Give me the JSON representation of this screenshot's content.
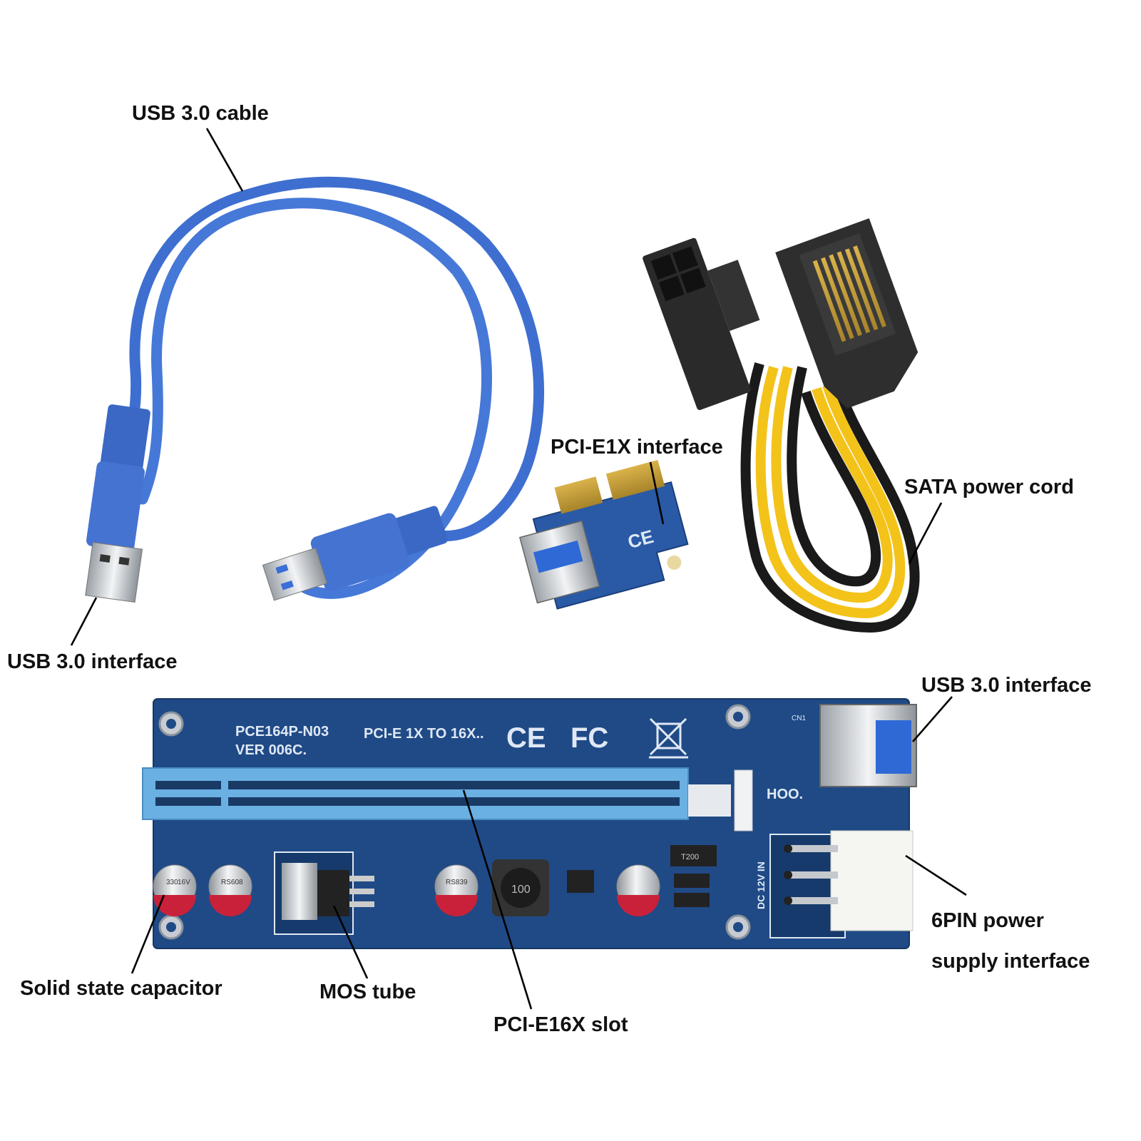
{
  "labels": {
    "usb_cable": "USB 3.0 cable",
    "usb_interface_cable": "USB 3.0 interface",
    "pcie1x_interface": "PCI-E1X interface",
    "sata_power_cord": "SATA power cord",
    "usb_interface_board": "USB 3.0 interface",
    "sixpin_line1": "6PIN power",
    "sixpin_line2": "supply interface",
    "solid_state_capacitor": "Solid state capacitor",
    "mos_tube": "MOS tube",
    "pcie16x_slot": "PCI-E16X slot"
  },
  "board_silkscreen": {
    "model": "PCE164P-N03",
    "version": "VER 006C.",
    "pcie_text": "PCI-E 1X TO 16X..",
    "ce_mark": "CE",
    "fcc_mark": "FC",
    "dc_label": "DC 12V IN",
    "cn1": "CN1",
    "inductor": "100",
    "resistor": "T200",
    "hoo": "HOO.",
    "capacitor_value": "330",
    "capacitor_voltage": "16V",
    "capacitor_code_a": "RS608",
    "capacitor_code_b": "RS839"
  },
  "colors": {
    "cable_blue": "#3e6fd0",
    "pcb_blue": "#1f4a86",
    "slot_blue": "#6ab0e3",
    "wire_yellow": "#f3c31a",
    "wire_black": "#1a1a1a",
    "connector_black": "#2a2a2a"
  },
  "icons": [
    "usb-plug-icon",
    "ce-mark-icon",
    "fcc-mark-icon",
    "weee-bin-icon"
  ]
}
